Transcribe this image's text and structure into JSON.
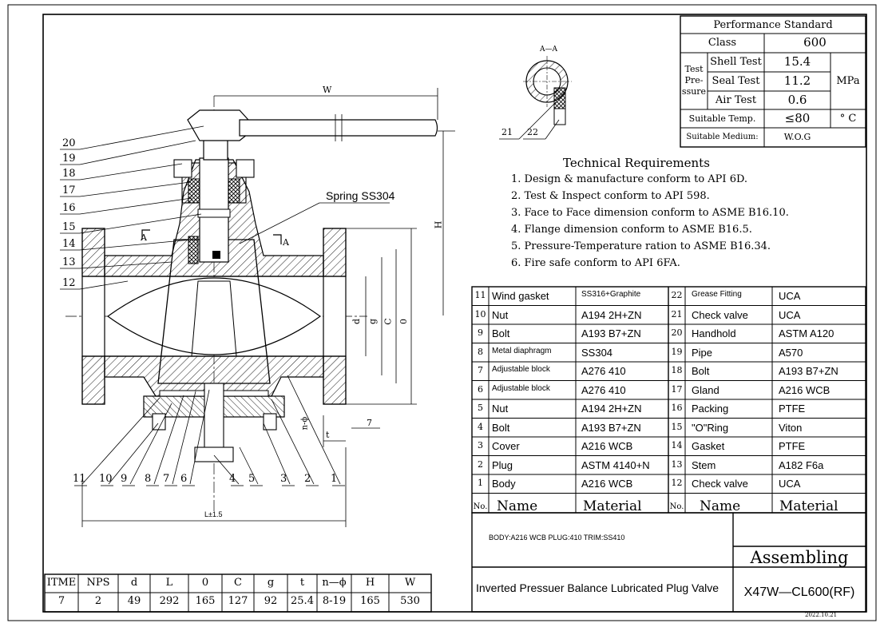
{
  "performance": {
    "title": "Performance Standard",
    "class_label": "Class",
    "class_value": "600",
    "test_label_1": "Test",
    "test_label_2": "Pre-",
    "test_label_3": "ssure",
    "shell_label": "Shell Test",
    "shell_value": "15.4",
    "seal_label": "Seal Test",
    "seal_value": "11.2",
    "air_label": "Air Test",
    "air_value": "0.6",
    "unit": "MPa",
    "temp_label": "Suitable Temp.",
    "temp_value": "≤80",
    "temp_unit": "° C",
    "medium_label": "Suitable Medium:",
    "medium_value": "W.O.G"
  },
  "section_label": "A—A",
  "section_mark_left": "A",
  "section_mark_right": "A",
  "technical": {
    "title": "Technical Requirements",
    "items": [
      "1. Design & manufacture conform to API 6D.",
      "2. Test & Inspect conform to API 598.",
      "3. Face to Face dimension conform to ASME B16.10.",
      "4. Flange dimension conform to ASME B16.5.",
      "5. Pressure-Temperature ration to ASME B16.34.",
      "6. Fire safe conform to API 6FA."
    ]
  },
  "spring_note": "Spring SS304",
  "dims": {
    "W": "W",
    "H": "H",
    "d": "d",
    "g": "g",
    "C": "C",
    "D": "0",
    "t": "t",
    "nphi": "n-ϕ",
    "L": "L±1.5",
    "seven": "7"
  },
  "callouts_left": [
    "20",
    "19",
    "18",
    "17",
    "16",
    "15",
    "14",
    "13",
    "12"
  ],
  "callouts_bottom": [
    "11",
    "10",
    "9",
    "8",
    "7",
    "6",
    "4",
    "5",
    "3",
    "2",
    "1"
  ],
  "callouts_top": [
    "21",
    "22"
  ],
  "parts": {
    "left": [
      {
        "no": "11",
        "name": "Wind gasket",
        "material": "SS316+Graphite"
      },
      {
        "no": "10",
        "name": "Nut",
        "material": "A194 2H+ZN"
      },
      {
        "no": "9",
        "name": "Bolt",
        "material": "A193 B7+ZN"
      },
      {
        "no": "8",
        "name": "Metal diaphragm",
        "material": "SS304"
      },
      {
        "no": "7",
        "name": "Adjustable block",
        "material": "A276 410"
      },
      {
        "no": "6",
        "name": "Adjustable block",
        "material": "A276 410"
      },
      {
        "no": "5",
        "name": "Nut",
        "material": "A194 2H+ZN"
      },
      {
        "no": "4",
        "name": "Bolt",
        "material": "A193 B7+ZN"
      },
      {
        "no": "3",
        "name": "Cover",
        "material": "A216 WCB"
      },
      {
        "no": "2",
        "name": "Plug",
        "material": "ASTM 4140+N"
      },
      {
        "no": "1",
        "name": "Body",
        "material": "A216 WCB"
      }
    ],
    "right": [
      {
        "no": "22",
        "name": "Grease Fitting",
        "material": "UCA"
      },
      {
        "no": "21",
        "name": "Check valve",
        "material": "UCA"
      },
      {
        "no": "20",
        "name": "Handhold",
        "material": "ASTM A120"
      },
      {
        "no": "19",
        "name": "Pipe",
        "material": "A570"
      },
      {
        "no": "18",
        "name": "Bolt",
        "material": "A193  B7+ZN"
      },
      {
        "no": "17",
        "name": "Gland",
        "material": "A216 WCB"
      },
      {
        "no": "16",
        "name": "Packing",
        "material": "PTFE"
      },
      {
        "no": "15",
        "name": "\"O\"Ring",
        "material": "Viton"
      },
      {
        "no": "14",
        "name": "Gasket",
        "material": "PTFE"
      },
      {
        "no": "13",
        "name": "Stem",
        "material": "A182 F6a"
      },
      {
        "no": "12",
        "name": "Check valve",
        "material": "UCA"
      }
    ],
    "header": {
      "no": "No.",
      "name": "Name",
      "material": "Material"
    }
  },
  "title_block": {
    "materials_note": "BODY:A216 WCB  PLUG:410 TRIM:SS410",
    "assembling": "Assembling",
    "valve_name": "Inverted  Pressuer Balance Lubricated  Plug Valve",
    "model": "X47W—CL600(RF)",
    "date": "2022.10.21"
  },
  "dim_table": {
    "headers": [
      "ITME",
      "NPS",
      "d",
      "L",
      "0",
      "C",
      "g",
      "t",
      "n—ϕ",
      "H",
      "W"
    ],
    "values": [
      "7",
      "2",
      "49",
      "292",
      "165",
      "127",
      "92",
      "25.4",
      "8-19",
      "165",
      "530"
    ]
  }
}
